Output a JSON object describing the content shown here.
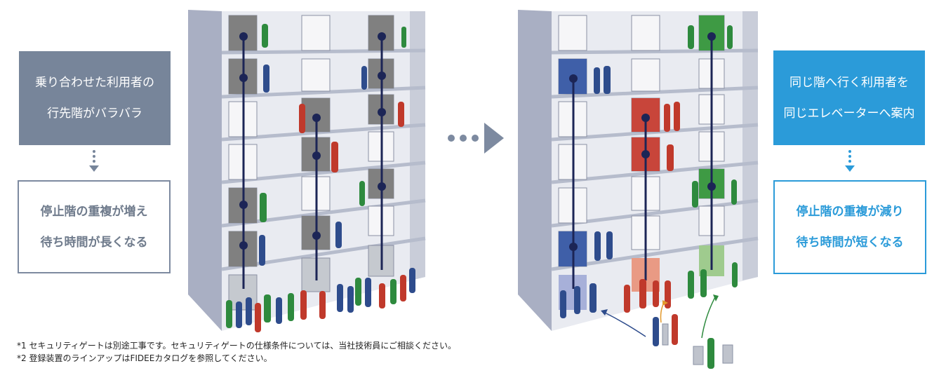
{
  "left_panel": {
    "problem_label": "乗り合わせた利用者の\n行先階がバラバラ",
    "result_label": "停止階の重複が増え\n待ち時間が長くなる"
  },
  "right_panel": {
    "solution_label": "同じ階へ行く利用者を\n同じエレベーターへ案内",
    "result_label": "停止階の重複が減り\n待ち時間が短くなる"
  },
  "footnotes": [
    "*1 セキュリティゲートは別途工事です。セキュリティゲートの仕様条件については、当社技術員にご相談ください。",
    "*2 登録装置のラインアップはFIDEEカタログを参照してください。"
  ],
  "colors": {
    "gray_panel": "#77859a",
    "blue_accent": "#2b9bd9",
    "person_blue": "#2e4c8c",
    "person_red": "#c0392b",
    "person_green": "#2e8a3e",
    "route_line": "#1c2556",
    "building_face": "#e9ebf1",
    "building_side": "#a9afc3"
  },
  "icons": {
    "transition": "triple-dot-arrow-icon",
    "flow": "dotted-down-arrow-icon"
  }
}
